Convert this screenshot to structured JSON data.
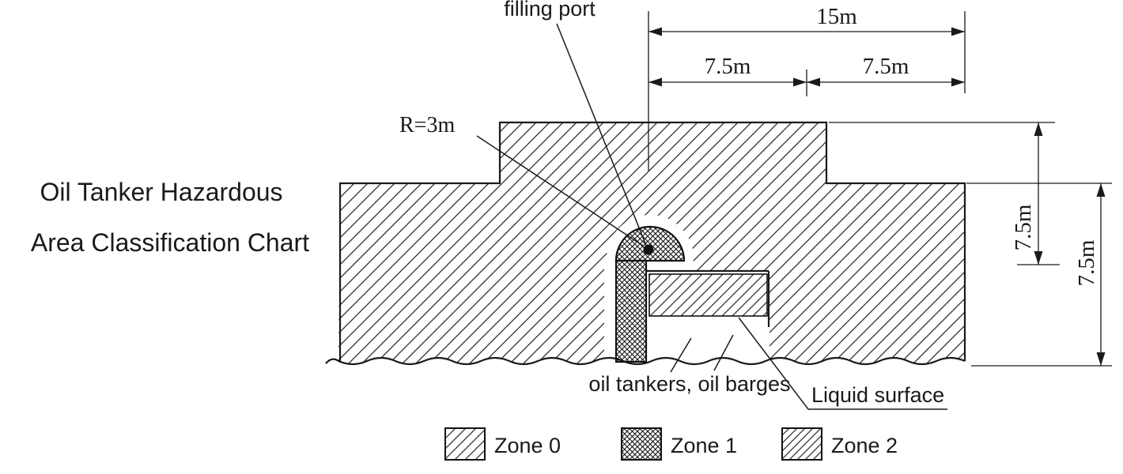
{
  "title": {
    "line1": "Oil Tanker Hazardous",
    "line2": "Area Classification Chart"
  },
  "labels": {
    "filling_port": "filling port",
    "radius": "R=3m",
    "oil_tankers": "oil tankers, oil barges",
    "liquid_surface": "Liquid surface"
  },
  "dims": {
    "total_width": "15m",
    "left_half": "7.5m",
    "right_half": "7.5m",
    "upper_height": "7.5m",
    "lower_height": "7.5m"
  },
  "legend": [
    {
      "label": "Zone 0",
      "pattern": "diagonal-hatch"
    },
    {
      "label": "Zone 1",
      "pattern": "cross-hatch"
    },
    {
      "label": "Zone 2",
      "pattern": "diagonal-hatch-dense"
    }
  ],
  "colors": {
    "line": "#1a1a1a",
    "background": "#ffffff"
  }
}
